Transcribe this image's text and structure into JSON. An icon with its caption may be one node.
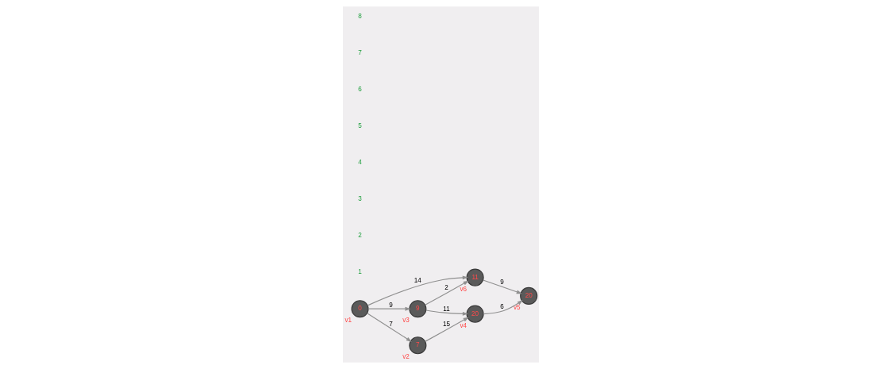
{
  "diagram": {
    "nodes": [
      {
        "text": [
          "0"
        ],
        "beside": [
          "v1"
        ]
      },
      {
        "text": [
          "11"
        ],
        "beside": [
          "v6"
        ]
      },
      {
        "text": [
          "7"
        ],
        "beside": [
          "v2"
        ]
      },
      {
        "text": [
          "9"
        ],
        "beside": [
          "v3"
        ]
      },
      {
        "text": [
          "20"
        ],
        "beside": [
          "v4"
        ]
      },
      {
        "text": [
          "20"
        ],
        "beside": [
          "v5"
        ]
      }
    ],
    "edges": [
      {
        "from": 0,
        "to": 1,
        "arrow": "to",
        "label": "14"
      },
      {
        "from": 0,
        "to": 2,
        "arrow": "to",
        "label": "7"
      },
      {
        "from": 0,
        "to": 3,
        "arrow": "to",
        "label": "9"
      },
      {
        "from": 3,
        "to": 1,
        "arrow": "to",
        "label": "2"
      },
      {
        "from": 2,
        "to": 4,
        "arrow": "to",
        "label": "15"
      },
      {
        "from": 3,
        "to": 4,
        "arrow": "to",
        "label": "11"
      },
      {
        "from": 1,
        "to": 5,
        "arrow": "to",
        "label": "9"
      },
      {
        "from": 4,
        "to": 5,
        "arrow": "to",
        "label": "6"
      }
    ],
    "labels": [
      "1",
      "2",
      "3",
      "4",
      "5",
      "6",
      "7",
      "8"
    ]
  }
}
